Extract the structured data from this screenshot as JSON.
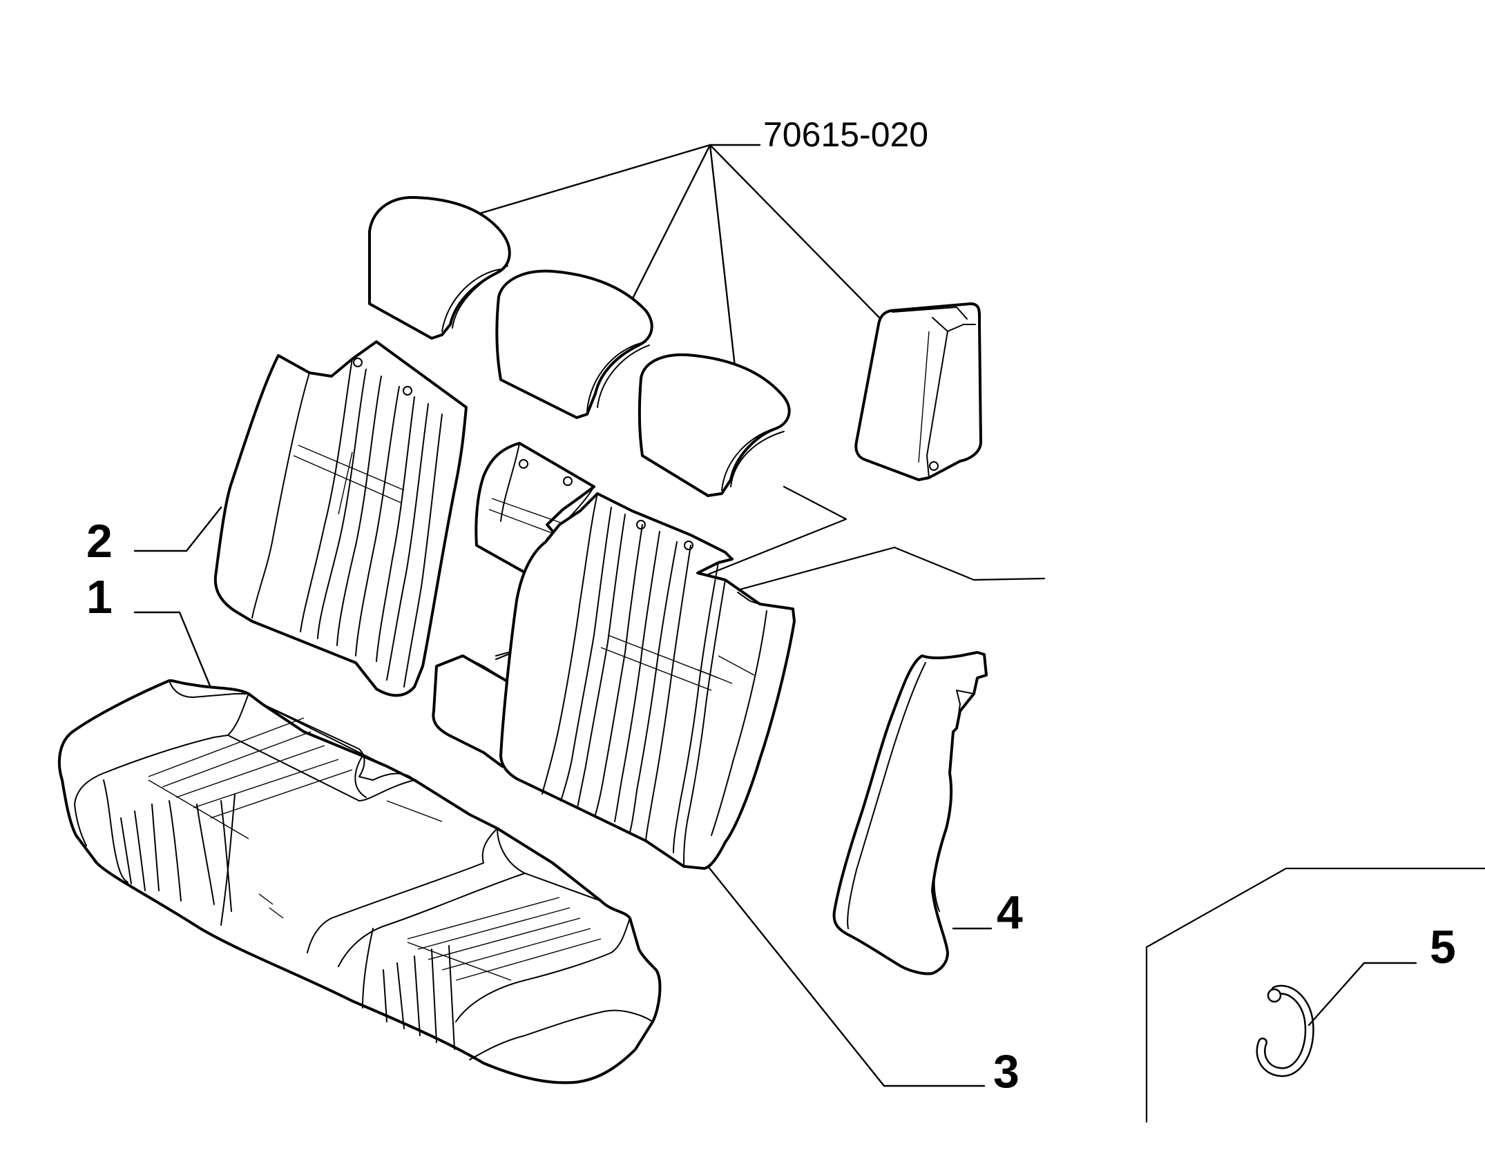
{
  "reference_code": "70615-020",
  "callouts": [
    {
      "id": "1",
      "label": "1"
    },
    {
      "id": "2",
      "label": "2"
    },
    {
      "id": "3",
      "label": "3"
    },
    {
      "id": "4",
      "label": "4"
    },
    {
      "id": "5",
      "label": "5"
    }
  ]
}
